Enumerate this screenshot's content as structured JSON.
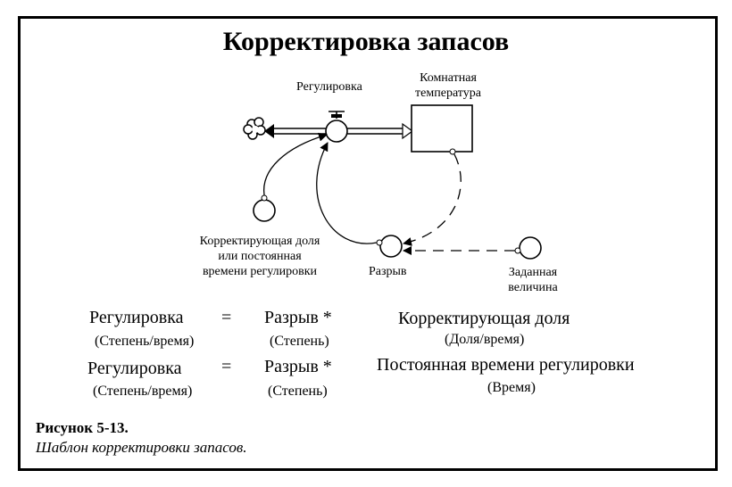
{
  "title": "Корректировка запасов",
  "diagram": {
    "flow_label": "Регулировка",
    "stock_label": [
      "Комнатная",
      "температура"
    ],
    "adjust_label": [
      "Корректирующая доля",
      "или постоянная",
      "времени регулировки"
    ],
    "gap_label": "Разрыв",
    "target_label": [
      "Заданная",
      "величина"
    ]
  },
  "equations": [
    {
      "lhs": "Регулировка",
      "eq": "=",
      "term": "Разрыв *",
      "rhs": "Корректирующая доля",
      "lhs_unit": "(Степень/время)",
      "term_unit": "(Степень)",
      "rhs_unit": "(Доля/время)"
    },
    {
      "lhs": "Регулировка",
      "eq": "=",
      "term": "Разрыв *",
      "rhs": "Постоянная времени регулировки",
      "lhs_unit": "(Степень/время)",
      "term_unit": "(Степень)",
      "rhs_unit": "(Время)"
    }
  ],
  "caption": {
    "figure": "Рисунок 5-13.",
    "text": "Шаблон корректировки запасов."
  }
}
